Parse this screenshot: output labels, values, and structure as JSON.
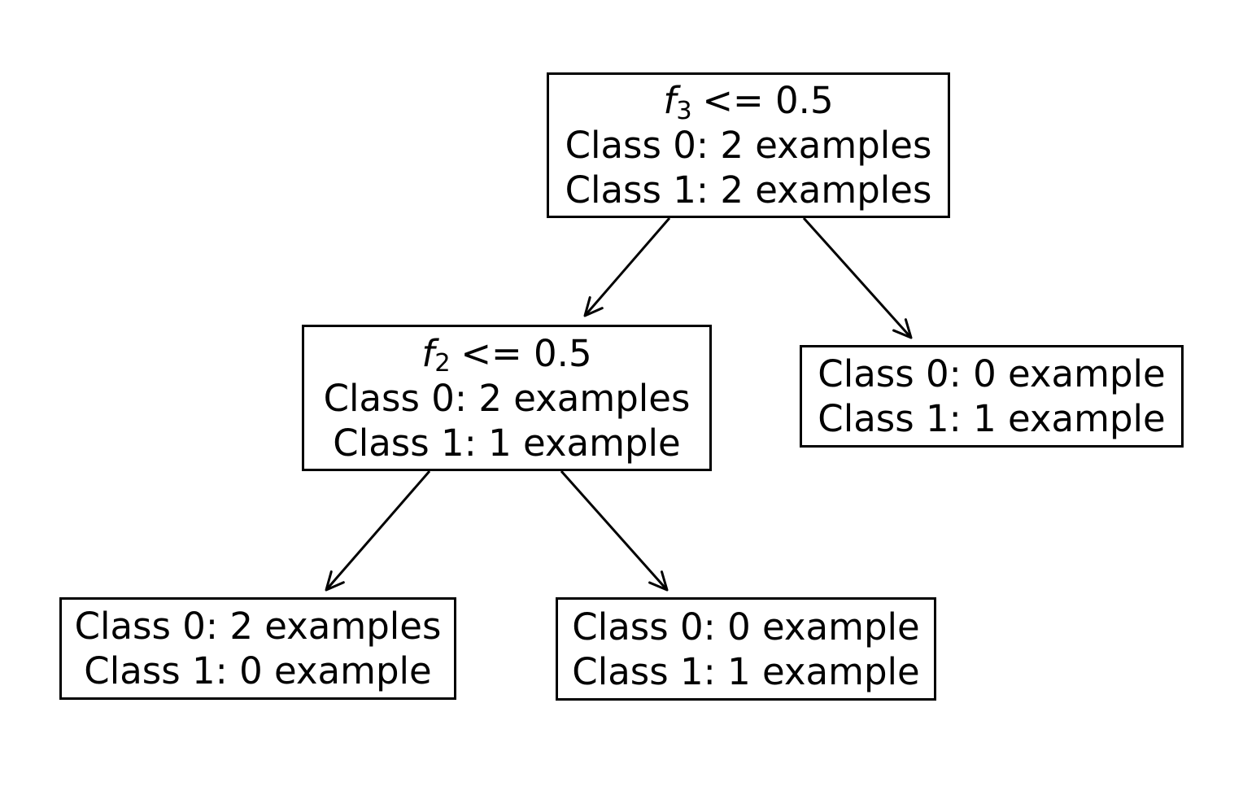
{
  "diagram": {
    "kind": "decision-tree",
    "background_color": "#ffffff",
    "stroke_color": "#000000"
  },
  "nodes": {
    "root": {
      "condition": {
        "variable": "f",
        "subscript": "3",
        "comparison": "<= 0.5"
      },
      "class0": "Class 0: 2 examples",
      "class1": "Class 1: 2 examples"
    },
    "split2": {
      "condition": {
        "variable": "f",
        "subscript": "2",
        "comparison": "<= 0.5"
      },
      "class0": "Class 0: 2 examples",
      "class1": "Class 1: 1 example"
    },
    "leaf_right": {
      "class0": "Class 0: 0 example",
      "class1": "Class 1: 1 example"
    },
    "leaf_left": {
      "class0": "Class 0: 2 examples",
      "class1": "Class 1: 0 example"
    },
    "leaf_middle": {
      "class0": "Class 0: 0 example",
      "class1": "Class 1: 1 example"
    }
  },
  "edges": [
    {
      "from": "root",
      "to": "split2"
    },
    {
      "from": "root",
      "to": "leaf_right"
    },
    {
      "from": "split2",
      "to": "leaf_left"
    },
    {
      "from": "split2",
      "to": "leaf_middle"
    }
  ]
}
